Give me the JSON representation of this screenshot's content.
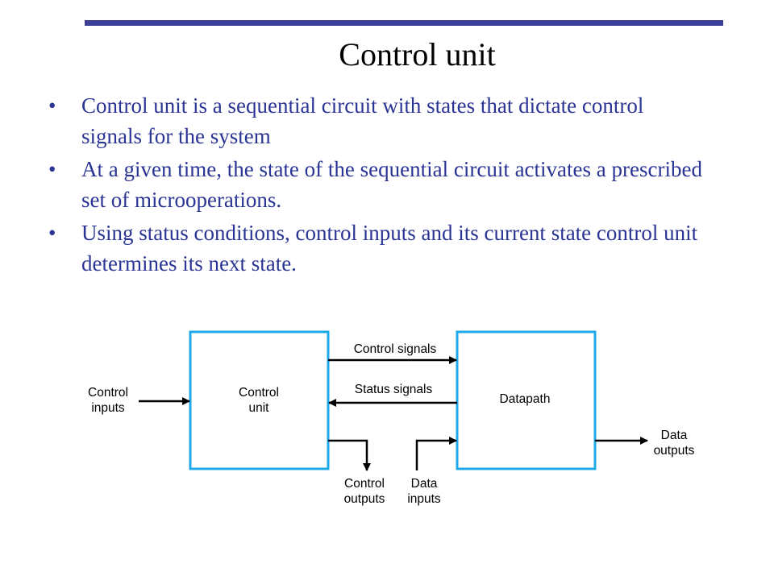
{
  "slide": {
    "title": "Control unit",
    "bullets": [
      "Control unit is a sequential circuit with states that dictate control signals for the system",
      "At a given time, the state of the sequential circuit activates a prescribed set of microoperations.",
      "Using status conditions, control inputs and its current state control unit determines its next state."
    ],
    "bullet_glyph": "•"
  },
  "diagram": {
    "control_unit": [
      "Control",
      "unit"
    ],
    "datapath": "Datapath",
    "control_signals": "Control signals",
    "status_signals": "Status signals",
    "control_inputs": [
      "Control",
      "inputs"
    ],
    "data_outputs": [
      "Data",
      "outputs"
    ],
    "control_outputs": [
      "Control",
      "outputs"
    ],
    "data_inputs": [
      "Data",
      "inputs"
    ]
  },
  "colors": {
    "rule": "#3a3e96",
    "bullet_text": "#2a3494",
    "box_border": "#1ea8e8"
  }
}
